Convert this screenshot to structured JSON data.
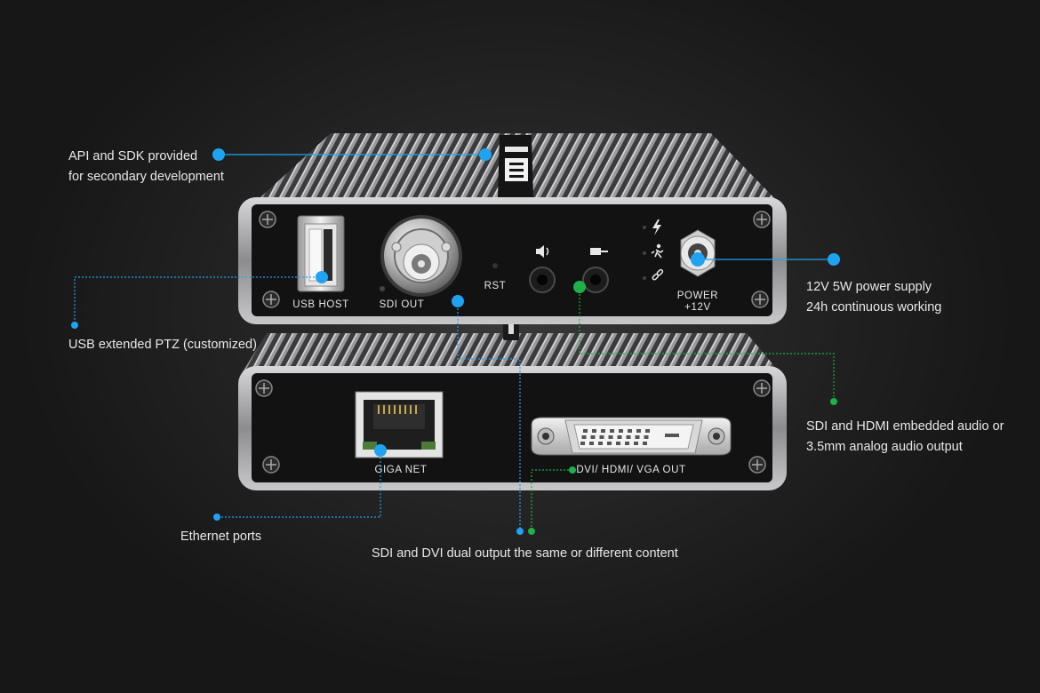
{
  "colors": {
    "blue": "#1fa3f0",
    "green": "#1fb04a",
    "background": "#262626",
    "text": "#e8e8e8"
  },
  "device": {
    "top_unit": {
      "port_labels": {
        "usb": "USB HOST",
        "sdi": "SDI OUT",
        "rst": "RST",
        "power_1": "POWER",
        "power_2": "+12V"
      },
      "indicator_icons": [
        "lightning-icon",
        "running-person-icon",
        "link-icon"
      ],
      "jack_icons": [
        "speaker-icon",
        "headphone-plug-icon"
      ]
    },
    "bottom_unit": {
      "port_labels": {
        "ethernet": "GIGA NET",
        "dvi": "DVI/ HDMI/ VGA OUT"
      }
    }
  },
  "callouts": {
    "api": {
      "line1": "API and SDK provided",
      "line2": "for secondary development"
    },
    "power": {
      "line1": "12V 5W power supply",
      "line2": "24h continuous working"
    },
    "usb": {
      "line1": "USB extended PTZ (customized)"
    },
    "audio": {
      "line1": "SDI and HDMI embedded audio or",
      "line2": "3.5mm analog audio output"
    },
    "ethernet": {
      "line1": "Ethernet ports"
    },
    "dual_output": {
      "line1": "SDI and DVI dual output the same or different content"
    }
  }
}
